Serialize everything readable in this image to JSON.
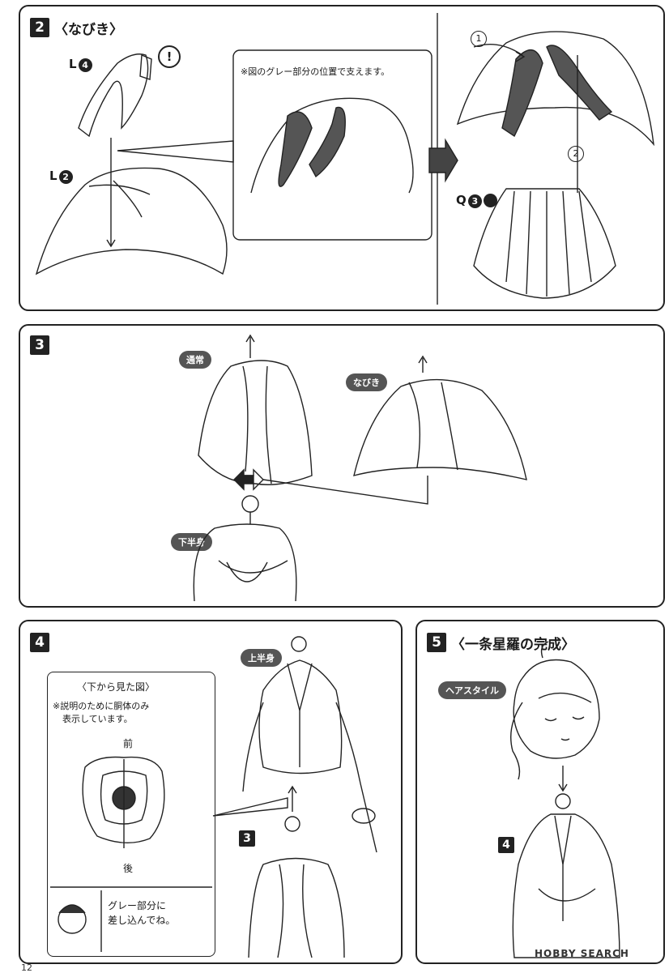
{
  "step2": {
    "number": "2",
    "title": "〈なびき〉",
    "labels": {
      "l4": "L",
      "l2": "L",
      "q3": "Q",
      "circ4": "4",
      "circ2": "2",
      "circ3": "3"
    },
    "inset_note": "※図のグレー部分の位置で支えます。",
    "arrow1": "1",
    "arrow2": "2",
    "warn": "!"
  },
  "step3": {
    "number": "3",
    "tags": {
      "normal": "通常",
      "nabiki": "なびき",
      "lower_body": "下半身"
    }
  },
  "step4": {
    "number": "4",
    "inset_title": "〈下から見た図〉",
    "inset_note_line1": "※説明のために胴体のみ",
    "inset_note_line2": "表示しています。",
    "front": "前",
    "back": "後",
    "hint_line1": "グレー部分に",
    "hint_line2": "差し込んでね。",
    "tag_upper": "上半身",
    "ref_step": "3"
  },
  "step5": {
    "number": "5",
    "title": "〈一条星羅の完成〉",
    "tag_hair": "ヘアスタイル",
    "ref_step": "4"
  },
  "footer": {
    "page_number": "12",
    "watermark": "HOBBY SEARCH"
  }
}
